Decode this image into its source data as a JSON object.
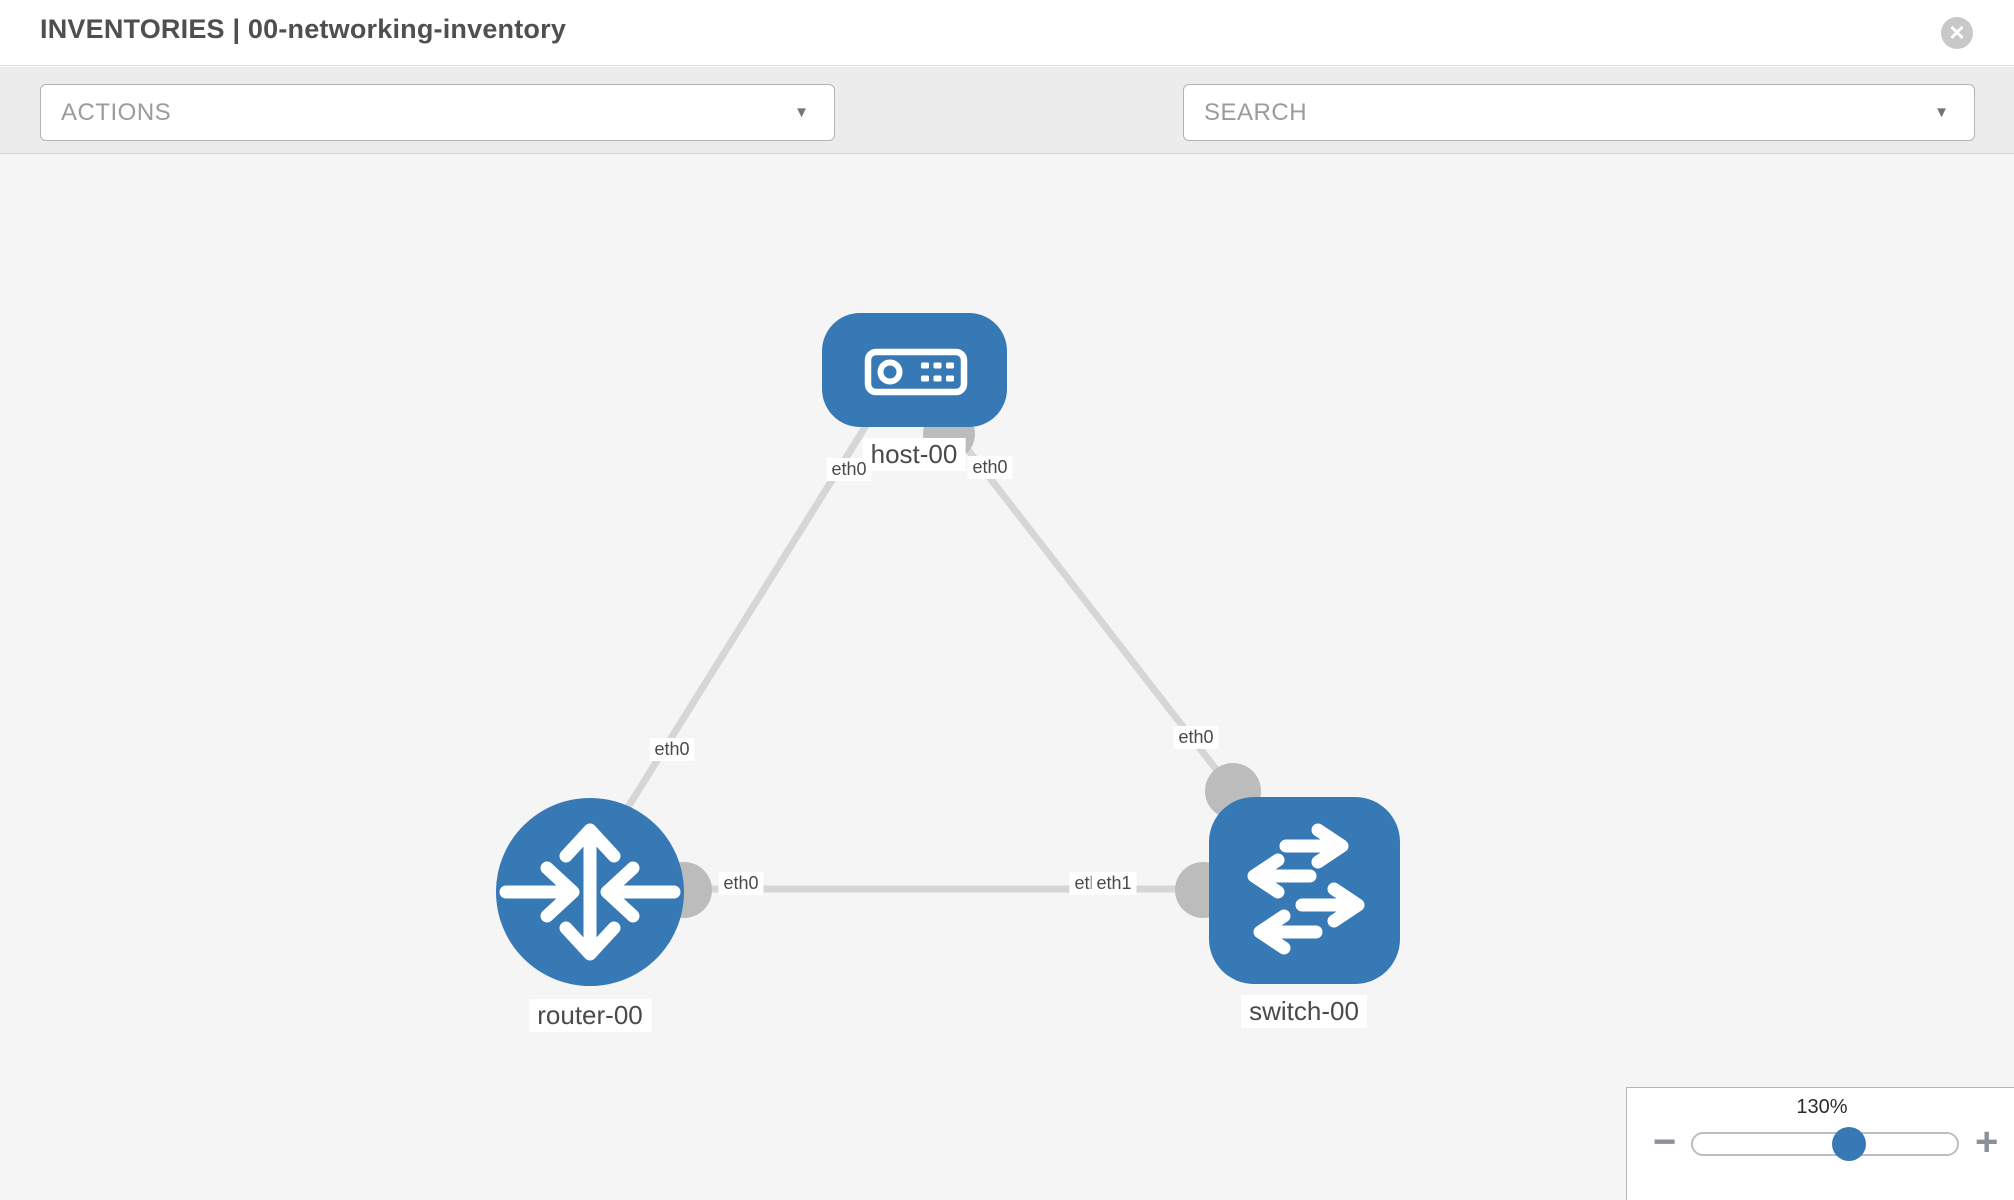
{
  "header": {
    "title": "INVENTORIES | 00-networking-inventory",
    "close_glyph": "×"
  },
  "toolbar": {
    "actions_placeholder": "ACTIONS",
    "search_placeholder": "SEARCH",
    "caret_glyph": "▼",
    "icons": [
      "wrench-icon",
      "key-icon"
    ]
  },
  "diagram": {
    "nodes": [
      {
        "id": "host-00",
        "type": "host",
        "label": "host-00"
      },
      {
        "id": "router-00",
        "type": "router",
        "label": "router-00"
      },
      {
        "id": "switch-00",
        "type": "switch",
        "label": "switch-00"
      }
    ],
    "links": [
      {
        "from": "host-00",
        "to": "router-00",
        "from_if": "eth0",
        "to_if": "eth0"
      },
      {
        "from": "host-00",
        "to": "switch-00",
        "from_if": "eth0",
        "to_if": "eth0"
      },
      {
        "from": "router-00",
        "to": "switch-00",
        "from_if": "eth0",
        "to_if": "eth1"
      }
    ]
  },
  "zoom_control": {
    "level": "130%",
    "minus_glyph": "−",
    "plus_glyph": "+"
  },
  "colors": {
    "node_blue": "#3779b5",
    "link_gray": "#d6d6d6",
    "connector_gray": "#bcbcbc",
    "toolbar_bg": "#ececec",
    "canvas_bg": "#f5f5f6"
  }
}
